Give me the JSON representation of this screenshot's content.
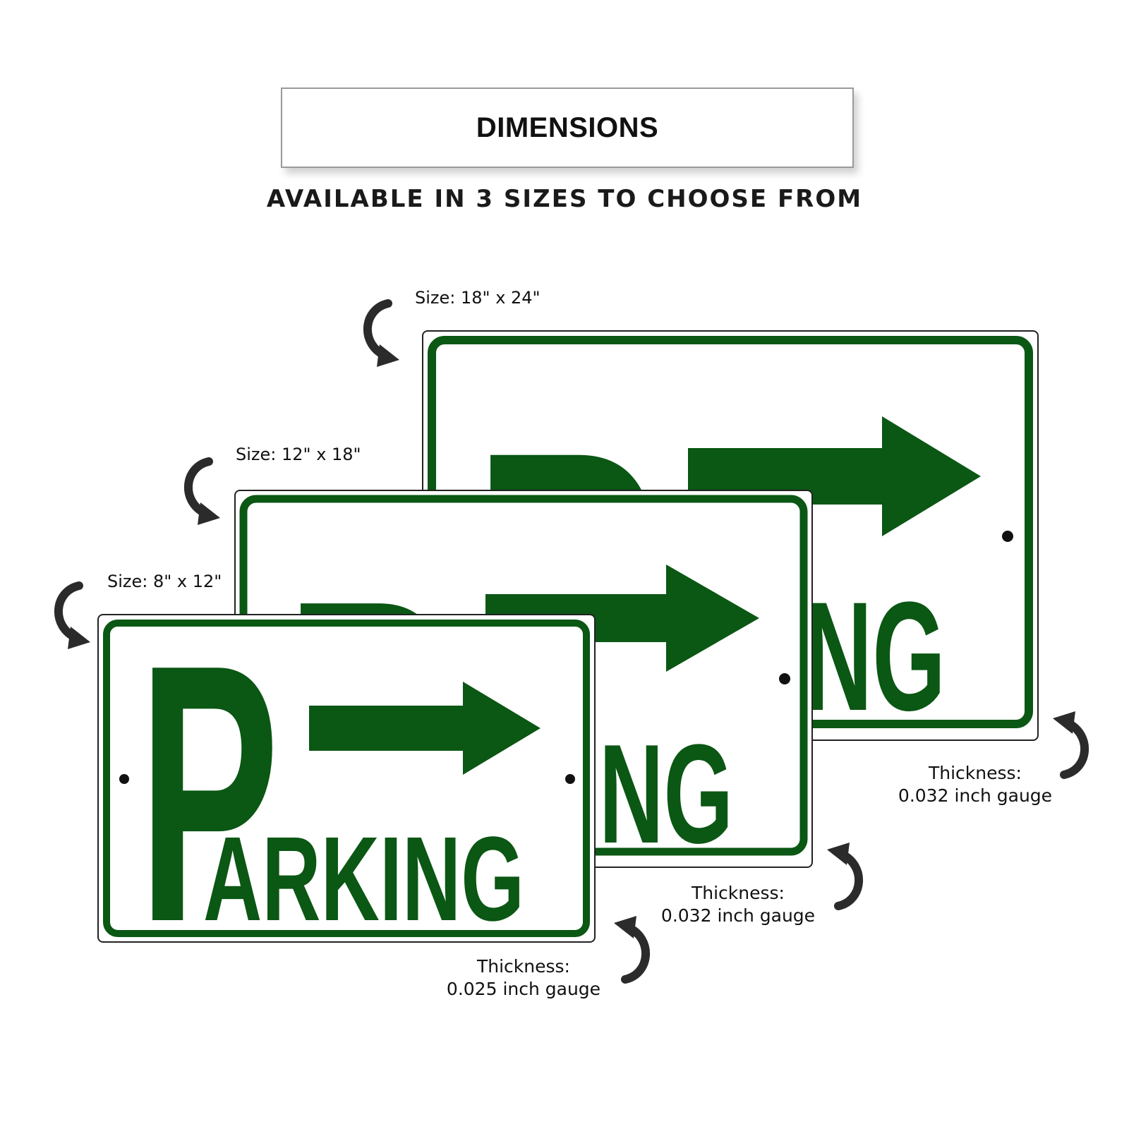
{
  "header": {
    "title": "DIMENSIONS",
    "subtitle": "AVAILABLE IN 3 SIZES TO CHOOSE FROM"
  },
  "colors": {
    "sign_green": "#0b5714",
    "sign_background": "#ffffff",
    "arrow_icon": "#2b2b2b"
  },
  "signs": [
    {
      "size_label": "Size: 18\" x 24\"",
      "thickness_label": "Thickness:",
      "thickness_value": "0.032 inch gauge",
      "text": "PARKING"
    },
    {
      "size_label": "Size: 12\" x 18\"",
      "thickness_label": "Thickness:",
      "thickness_value": "0.032 inch gauge",
      "text": "PARKING"
    },
    {
      "size_label": "Size: 8\" x 12\"",
      "thickness_label": "Thickness:",
      "thickness_value": "0.025 inch gauge",
      "text": "PARKING"
    }
  ]
}
